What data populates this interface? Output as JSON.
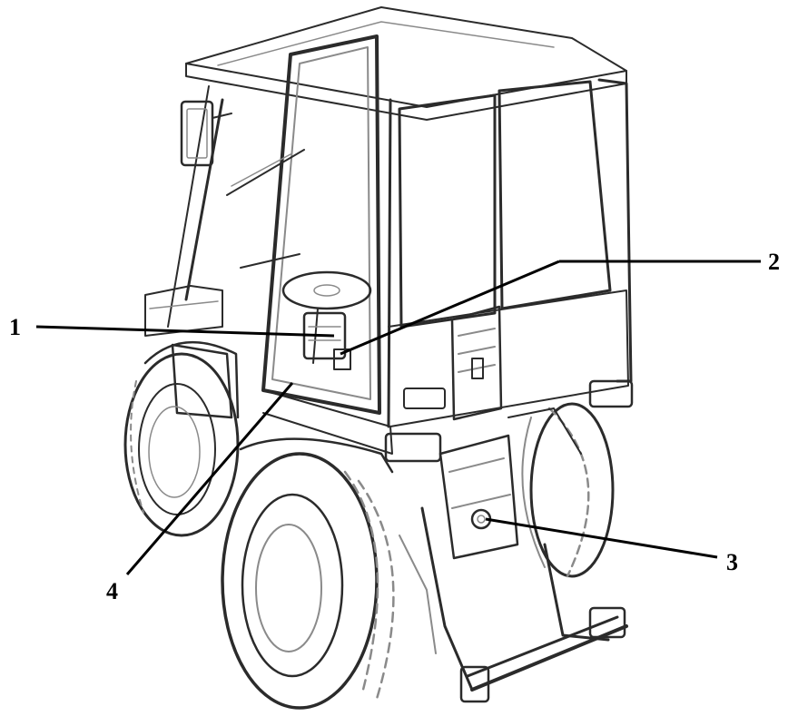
{
  "callouts": [
    {
      "id": "1",
      "label": "1"
    },
    {
      "id": "2",
      "label": "2"
    },
    {
      "id": "3",
      "label": "3"
    },
    {
      "id": "4",
      "label": "4"
    }
  ],
  "colors": {
    "ink": "#2b2b2b",
    "leader": "#000000",
    "background": "#ffffff"
  }
}
